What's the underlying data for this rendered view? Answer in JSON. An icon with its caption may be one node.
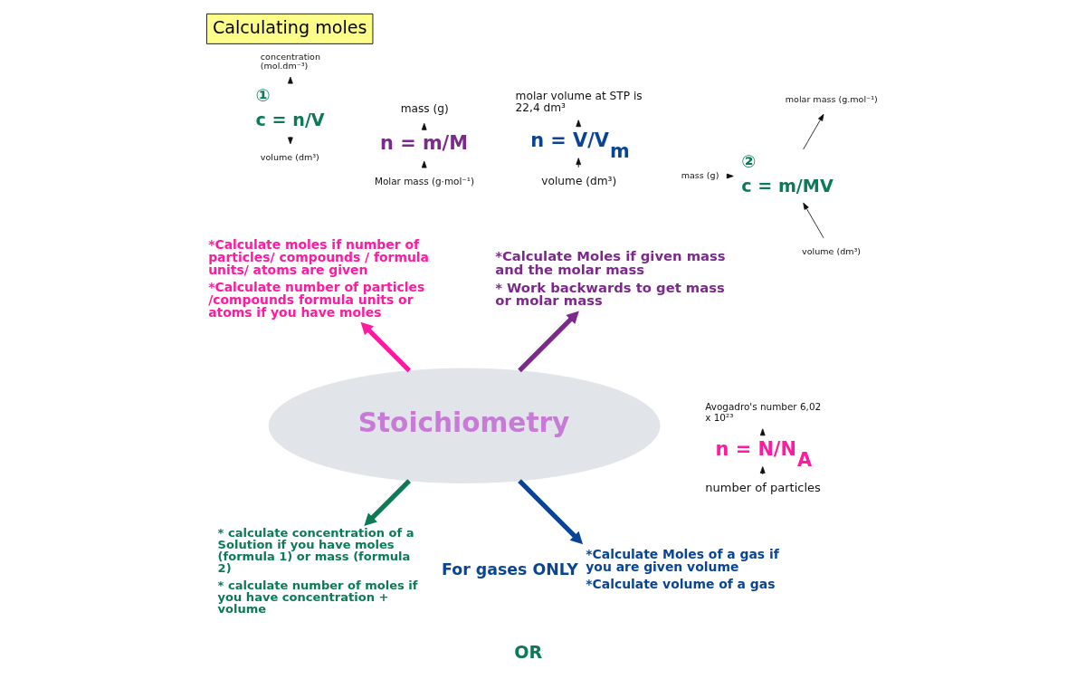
{
  "diagram": {
    "title": "Calculating moles",
    "nodes": [
      {
        "text": [
          "Stoichiometry"
        ]
      },
      {
        "text": [
          "n = m/M"
        ]
      },
      {
        "text": [
          "*Calculate Moles if given mass and the molar mass",
          "* Work backwards to get mass or molar mass"
        ]
      },
      {
        "text": [
          "mass (g)"
        ]
      },
      {
        "text": [
          "Molar mass (g·mol⁻¹)"
        ]
      },
      {
        "text": [
          "n = N/N$_{A}$"
        ]
      },
      {
        "text": [
          "number of particles"
        ]
      },
      {
        "text": [
          "Avogadro's number 6,02 x 10²³"
        ]
      },
      {
        "text": [
          "*Calculate moles if number of particles/ compounds / formula units/ atoms are given",
          "*Calculate number of particles /compounds formula units or atoms if you have moles"
        ]
      },
      {
        "text": [
          "①",
          "c = n/V"
        ]
      },
      {
        "text": [
          "concentration (mol.dm⁻³)"
        ]
      },
      {
        "text": [
          "volume (dm³)"
        ]
      },
      {
        "text": [
          "②",
          "c = m/MV"
        ]
      },
      {
        "text": [
          "mass (g)"
        ]
      },
      {
        "text": [
          "molar mass (g.mol⁻¹)"
        ]
      },
      {
        "text": [
          "volume (dm³)"
        ]
      },
      {
        "text": [
          "* calculate concentration of a Solution if you have moles (formula 1) or mass (formula 2)",
          "* calculate number of moles if you have concentration + volume"
        ]
      },
      {
        "text": [
          "n = V/V$_{m}$"
        ]
      },
      {
        "text": [
          "volume (dm³)"
        ]
      },
      {
        "text": [
          "molar volume at STP is 22,4 dm³"
        ]
      },
      {
        "text": [
          "*Calculate Moles of a gas if you are given volume",
          "*Calculate volume of a gas"
        ],
        "beside": [
          "For gases ONLY"
        ]
      }
    ],
    "edges": [
      {
        "from": 0,
        "to": 2,
        "arrow": "to",
        "style": "thick",
        "color": "#7b2a8c"
      },
      {
        "from": 1,
        "to": 3,
        "arrow": "to"
      },
      {
        "from": 4,
        "to": 1,
        "arrow": "to"
      },
      {
        "from": 0,
        "to": 8,
        "arrow": "to",
        "style": "thick",
        "color": "#ff1aa0"
      },
      {
        "from": 6,
        "to": 5,
        "arrow": "to"
      },
      {
        "from": 5,
        "to": 7,
        "arrow": "to"
      },
      {
        "from": 0,
        "to": 16,
        "arrow": "to",
        "style": "thick",
        "color": "#0b7a55"
      },
      {
        "from": 9,
        "to": 10,
        "arrow": "to"
      },
      {
        "from": 9,
        "to": 11,
        "arrow": "to"
      },
      {
        "from": 13,
        "to": 12,
        "arrow": "to"
      },
      {
        "from": 12,
        "to": 14,
        "arrow": "to"
      },
      {
        "from": 15,
        "to": 12,
        "arrow": "to"
      },
      {
        "from": 0,
        "to": 20,
        "arrow": "to",
        "style": "thick",
        "color": "#0a4595"
      },
      {
        "from": 18,
        "to": 17,
        "arrow": "to"
      },
      {
        "from": 17,
        "to": 19,
        "arrow": "to"
      }
    ],
    "labels": [
      "OR"
    ]
  }
}
